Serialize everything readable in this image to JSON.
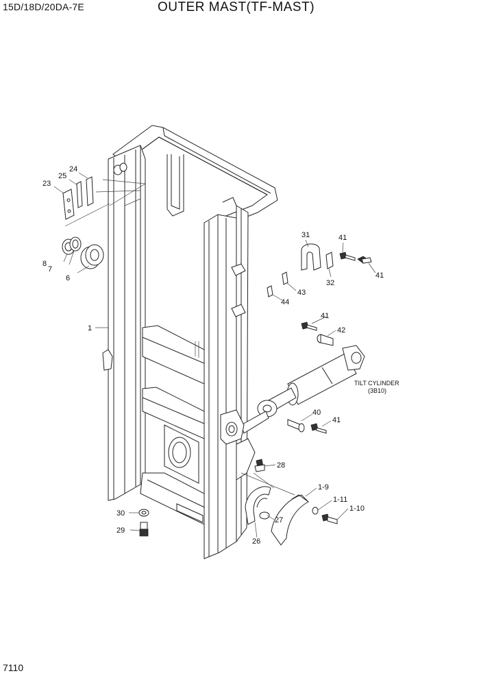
{
  "header": {
    "model": "15D/18D/20DA-7E",
    "title": "OUTER MAST(TF-MAST)"
  },
  "footer": {
    "page_number": "7110"
  },
  "callouts": {
    "c1": "1",
    "c6": "6",
    "c7": "7",
    "c8": "8",
    "c23": "23",
    "c24": "24",
    "c25": "25",
    "c26": "26",
    "c27": "27",
    "c28": "28",
    "c29": "29",
    "c30": "30",
    "c31": "31",
    "c32": "32",
    "c40": "40",
    "c41a": "41",
    "c41b": "41",
    "c41c": "41",
    "c41d": "41",
    "c42": "42",
    "c43": "43",
    "c44": "44",
    "c1_9": "1-9",
    "c1_10": "1-10",
    "c1_11": "1-11"
  },
  "notes": {
    "tilt_cylinder": "TILT CYLINDER",
    "tilt_cylinder_ref": "(3B10)"
  }
}
